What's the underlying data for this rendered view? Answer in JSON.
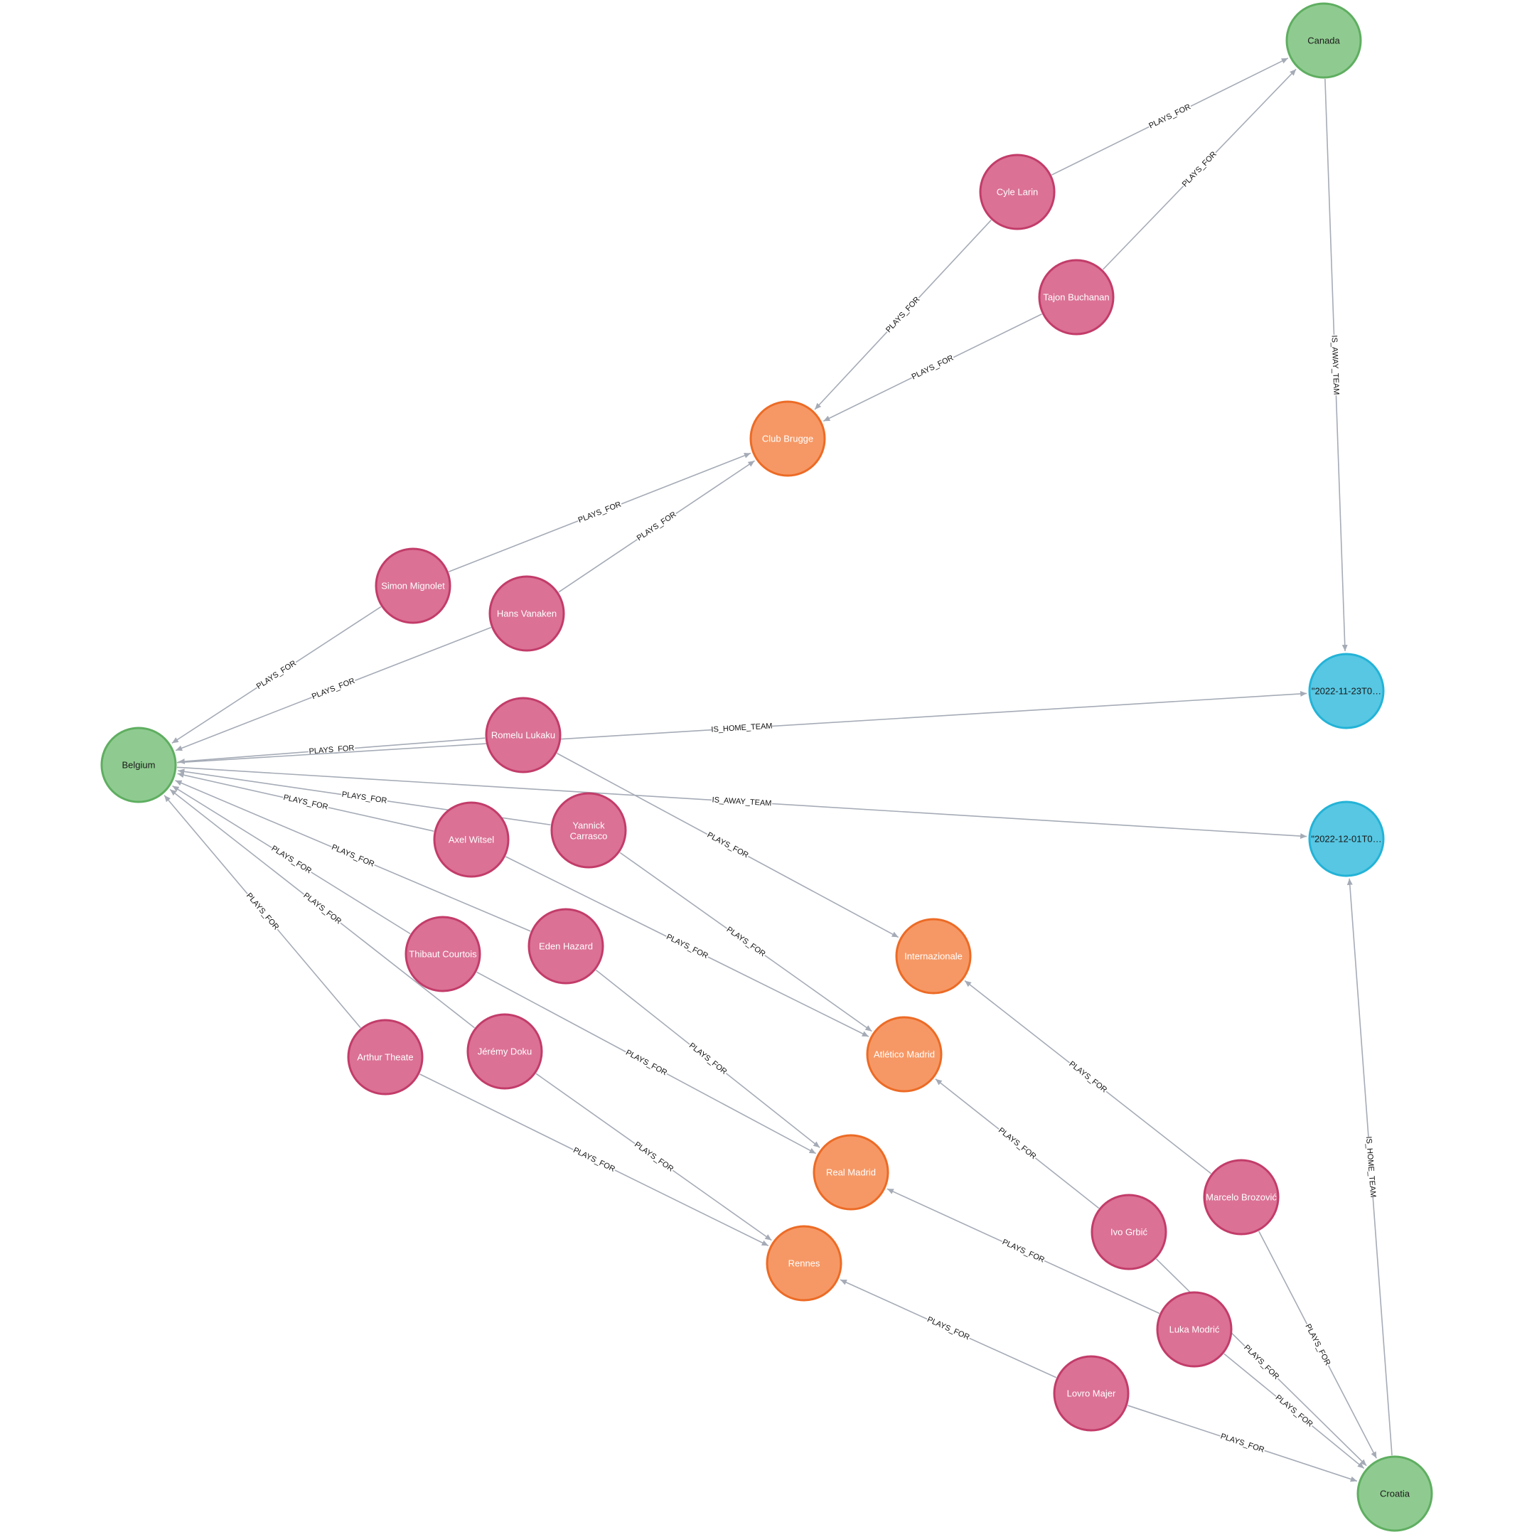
{
  "styles": {
    "edge_color": "#a5abb6",
    "Country": {
      "fill": "#8fcb90",
      "stroke": "#5fae61",
      "text": "#1a1a1a"
    },
    "Player": {
      "fill": "#db7195",
      "stroke": "#c23c6a",
      "text": "#ffffff"
    },
    "Club": {
      "fill": "#f69865",
      "stroke": "#ec6b26",
      "text": "#ffffff"
    },
    "Match": {
      "fill": "#57c7e3",
      "stroke": "#23b3d7",
      "text": "#1a1a1a"
    }
  },
  "nodes": [
    {
      "id": "canada",
      "label": "Canada",
      "type": "Country"
    },
    {
      "id": "belgium",
      "label": "Belgium",
      "type": "Country"
    },
    {
      "id": "croatia",
      "label": "Croatia",
      "type": "Country"
    },
    {
      "id": "cyle",
      "label": "Cyle Larin",
      "type": "Player"
    },
    {
      "id": "tajon",
      "label": "Tajon Buchanan",
      "type": "Player"
    },
    {
      "id": "simon",
      "label": "Simon Mignolet",
      "type": "Player"
    },
    {
      "id": "hans",
      "label": "Hans Vanaken",
      "type": "Player"
    },
    {
      "id": "romelu",
      "label": "Romelu Lukaku",
      "type": "Player"
    },
    {
      "id": "axel",
      "label": "Axel Witsel",
      "type": "Player"
    },
    {
      "id": "yannick",
      "label": "Yannick Carrasco",
      "lines": [
        "Yannick",
        "Carrasco"
      ],
      "type": "Player"
    },
    {
      "id": "thibaut",
      "label": "Thibaut Courtois",
      "type": "Player"
    },
    {
      "id": "eden",
      "label": "Eden Hazard",
      "type": "Player"
    },
    {
      "id": "arthur",
      "label": "Arthur Theate",
      "type": "Player"
    },
    {
      "id": "jeremy",
      "label": "Jérémy Doku",
      "type": "Player"
    },
    {
      "id": "marcelo",
      "label": "Marcelo Brozović",
      "type": "Player"
    },
    {
      "id": "ivo",
      "label": "Ivo Grbić",
      "type": "Player"
    },
    {
      "id": "luka",
      "label": "Luka Modrić",
      "type": "Player"
    },
    {
      "id": "lovro",
      "label": "Lovro Majer",
      "type": "Player"
    },
    {
      "id": "brugge",
      "label": "Club Brugge",
      "type": "Club"
    },
    {
      "id": "inter",
      "label": "Internazionale",
      "type": "Club"
    },
    {
      "id": "atletico",
      "label": "Atlético Madrid",
      "type": "Club"
    },
    {
      "id": "real",
      "label": "Real Madrid",
      "type": "Club"
    },
    {
      "id": "rennes",
      "label": "Rennes",
      "type": "Club"
    },
    {
      "id": "m1123",
      "label": "\"2022-11-23T0…",
      "type": "Match"
    },
    {
      "id": "m1201",
      "label": "\"2022-12-01T0…",
      "type": "Match"
    }
  ],
  "edges": [
    {
      "source": "cyle",
      "target": "canada",
      "label": "PLAYS_FOR"
    },
    {
      "source": "tajon",
      "target": "canada",
      "label": "PLAYS_FOR"
    },
    {
      "source": "cyle",
      "target": "brugge",
      "label": "PLAYS_FOR"
    },
    {
      "source": "tajon",
      "target": "brugge",
      "label": "PLAYS_FOR"
    },
    {
      "source": "canada",
      "target": "m1123",
      "label": "IS_AWAY_TEAM"
    },
    {
      "source": "simon",
      "target": "brugge",
      "label": "PLAYS_FOR"
    },
    {
      "source": "hans",
      "target": "brugge",
      "label": "PLAYS_FOR"
    },
    {
      "source": "simon",
      "target": "belgium",
      "label": "PLAYS_FOR"
    },
    {
      "source": "hans",
      "target": "belgium",
      "label": "PLAYS_FOR"
    },
    {
      "source": "romelu",
      "target": "belgium",
      "label": "PLAYS_FOR"
    },
    {
      "source": "belgium",
      "target": "m1123",
      "label": "IS_HOME_TEAM"
    },
    {
      "source": "belgium",
      "target": "m1201",
      "label": "IS_AWAY_TEAM"
    },
    {
      "source": "yannick",
      "target": "belgium",
      "label": "PLAYS_FOR"
    },
    {
      "source": "axel",
      "target": "belgium",
      "label": "PLAYS_FOR"
    },
    {
      "source": "eden",
      "target": "belgium",
      "label": "PLAYS_FOR"
    },
    {
      "source": "thibaut",
      "target": "belgium",
      "label": "PLAYS_FOR"
    },
    {
      "source": "jeremy",
      "target": "belgium",
      "label": "PLAYS_FOR"
    },
    {
      "source": "arthur",
      "target": "belgium",
      "label": "PLAYS_FOR"
    },
    {
      "source": "romelu",
      "target": "inter",
      "label": "PLAYS_FOR"
    },
    {
      "source": "yannick",
      "target": "atletico",
      "label": "PLAYS_FOR"
    },
    {
      "source": "axel",
      "target": "atletico",
      "label": "PLAYS_FOR"
    },
    {
      "source": "eden",
      "target": "real",
      "label": "PLAYS_FOR"
    },
    {
      "source": "thibaut",
      "target": "real",
      "label": "PLAYS_FOR"
    },
    {
      "source": "jeremy",
      "target": "rennes",
      "label": "PLAYS_FOR"
    },
    {
      "source": "arthur",
      "target": "rennes",
      "label": "PLAYS_FOR"
    },
    {
      "source": "marcelo",
      "target": "inter",
      "label": "PLAYS_FOR"
    },
    {
      "source": "ivo",
      "target": "atletico",
      "label": "PLAYS_FOR"
    },
    {
      "source": "luka",
      "target": "real",
      "label": "PLAYS_FOR"
    },
    {
      "source": "lovro",
      "target": "rennes",
      "label": "PLAYS_FOR"
    },
    {
      "source": "marcelo",
      "target": "croatia",
      "label": "PLAYS_FOR"
    },
    {
      "source": "ivo",
      "target": "croatia",
      "label": "PLAYS_FOR"
    },
    {
      "source": "luka",
      "target": "croatia",
      "label": "PLAYS_FOR"
    },
    {
      "source": "lovro",
      "target": "croatia",
      "label": "PLAYS_FOR"
    },
    {
      "source": "croatia",
      "target": "m1201",
      "label": "IS_HOME_TEAM"
    }
  ]
}
